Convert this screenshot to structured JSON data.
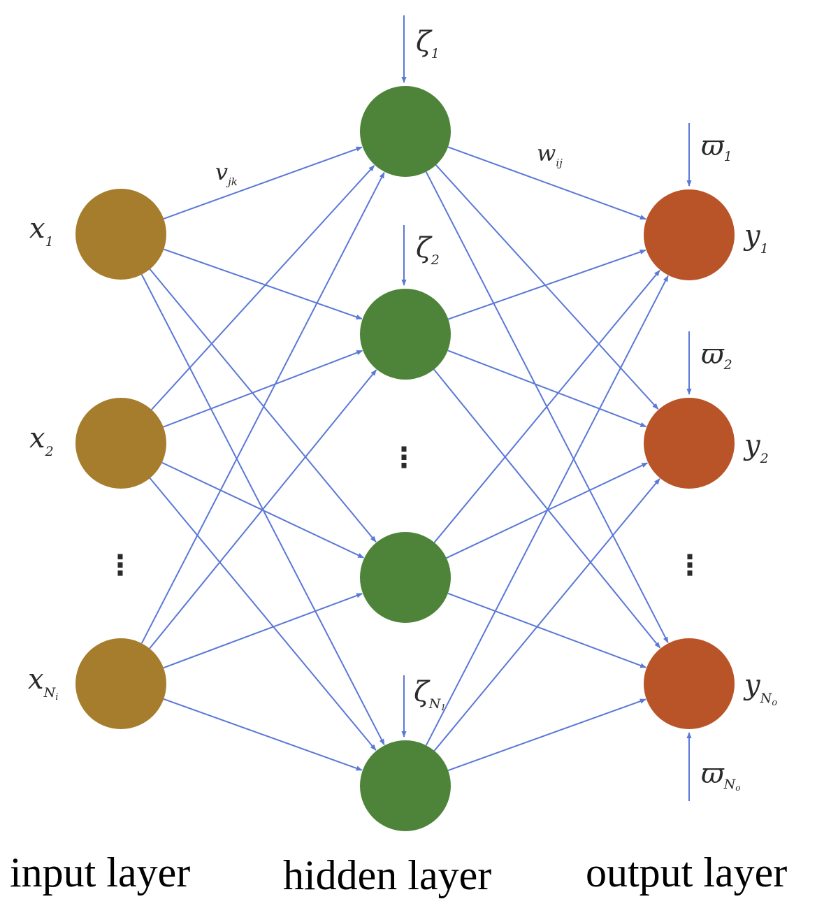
{
  "colors": {
    "input_node": "#A67D2C",
    "hidden_node": "#4D8439",
    "output_node": "#B85428",
    "connection": "#5A78D6",
    "background": "#FFFFFF"
  },
  "input_layer": {
    "caption": "input layer",
    "nodes": [
      {
        "symbol": "x",
        "sub": "1"
      },
      {
        "symbol": "x",
        "sub": "2"
      },
      {
        "symbol": "x",
        "sub": "N",
        "subsub": "i"
      }
    ],
    "ellipsis": "⋮"
  },
  "hidden_layer": {
    "caption": "hidden layer",
    "nodes": [
      {
        "symbol": "ζ",
        "sub": "1"
      },
      {
        "symbol": "ζ",
        "sub": "2"
      },
      {
        "symbol": "",
        "sub": ""
      },
      {
        "symbol": "ζ",
        "sub": "N",
        "subsub": "1"
      }
    ],
    "ellipsis": "⋮"
  },
  "output_layer": {
    "caption": "output layer",
    "nodes": [
      {
        "symbol": "y",
        "sub": "1",
        "bias_symbol": "ϖ",
        "bias_sub": "1"
      },
      {
        "symbol": "y",
        "sub": "2",
        "bias_symbol": "ϖ",
        "bias_sub": "2"
      },
      {
        "symbol": "y",
        "sub": "N",
        "subsub": "o",
        "bias_symbol": "ϖ",
        "bias_sub": "N",
        "bias_subsub": "o"
      }
    ],
    "ellipsis": "⋮"
  },
  "weights": {
    "input_hidden": {
      "symbol": "v",
      "sub": "jk"
    },
    "hidden_output": {
      "symbol": "w",
      "sub": "ij"
    }
  }
}
